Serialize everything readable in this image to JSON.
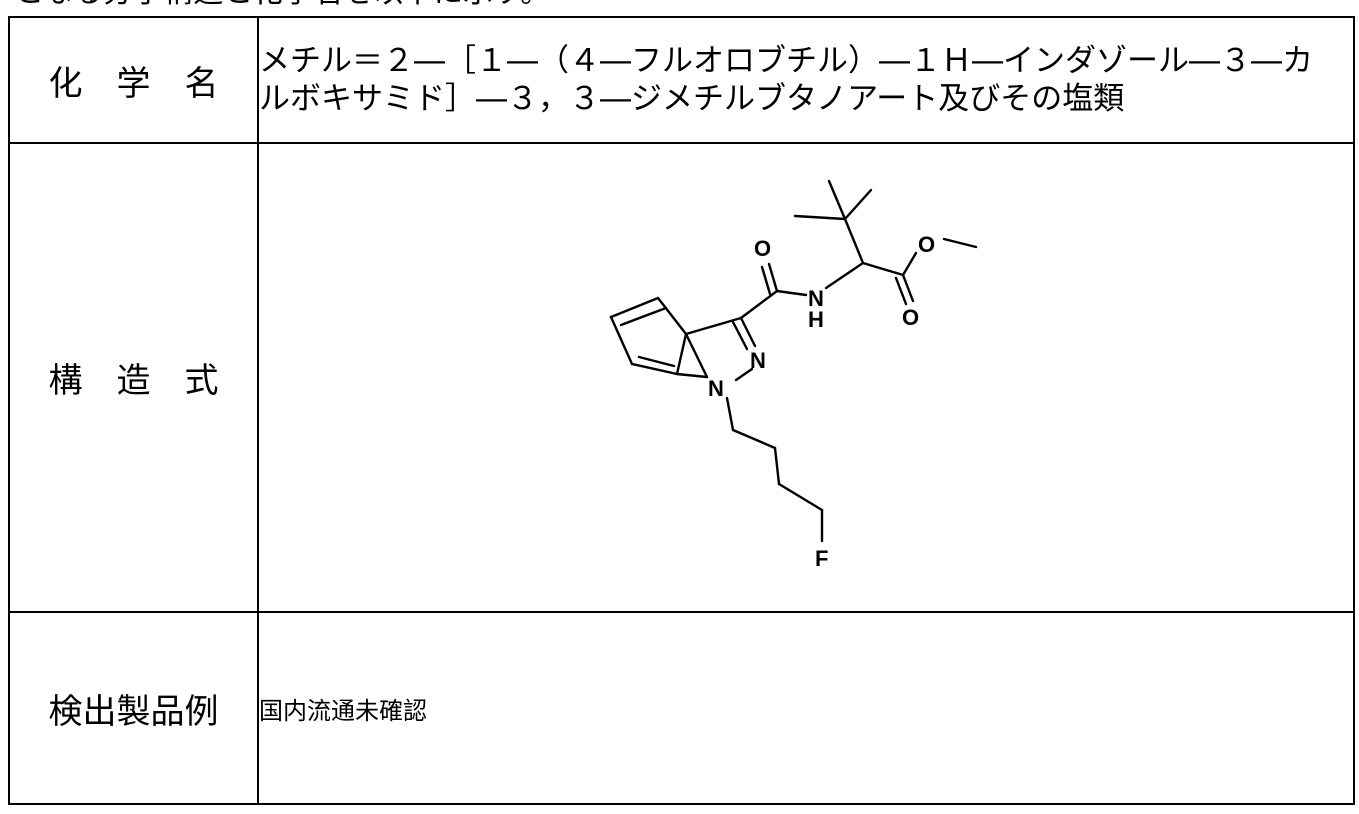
{
  "header_fragment": "となる分子構造と化学名を以下に示す。",
  "rows": [
    {
      "label": "化　学　名",
      "value": "メチル＝２―［１―（４―フルオロブチル）―１Ｈ―インダゾール―３―カルボキサミド］―３，３―ジメチルブタノアート及びその塩類"
    },
    {
      "label": "構　造　式",
      "atoms": [
        "O",
        "O",
        "N",
        "H",
        "O",
        "N",
        "N",
        "F"
      ]
    },
    {
      "label": "検出製品例",
      "value": "国内流通未確認"
    }
  ]
}
